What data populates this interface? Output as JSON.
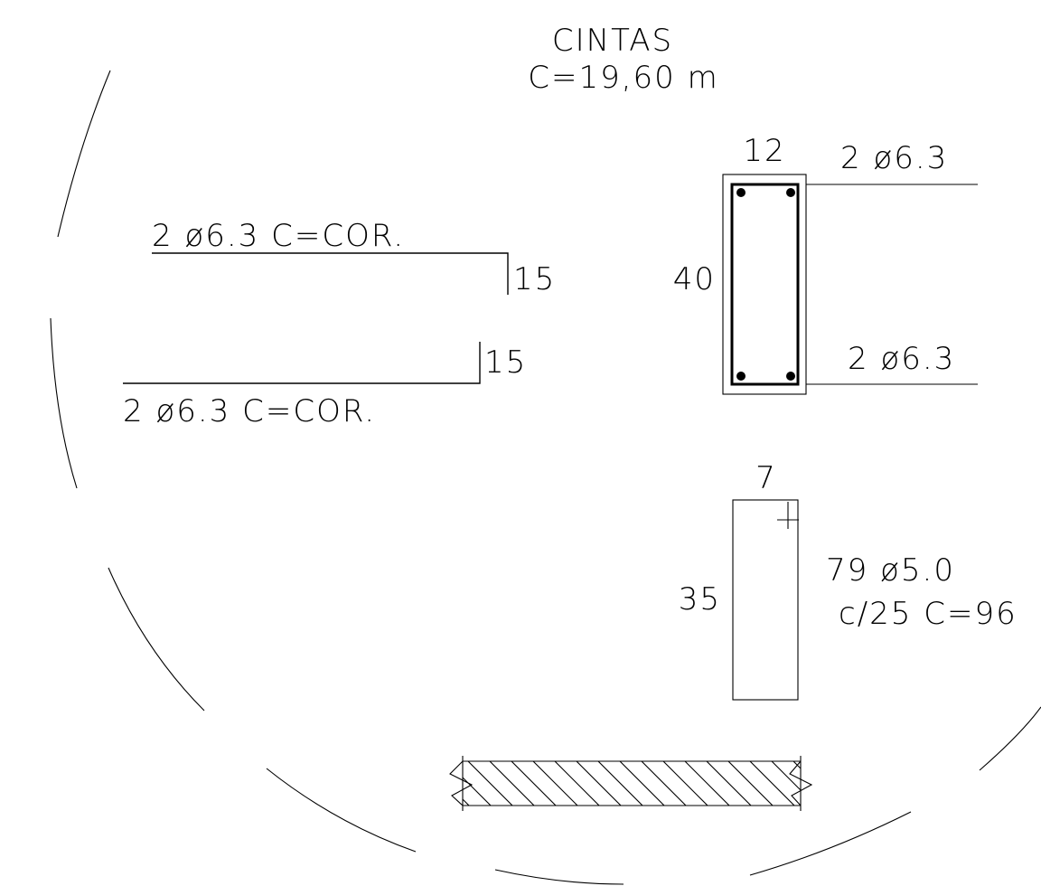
{
  "title": {
    "line1": "CINTAS",
    "line2": "C=19,60  m"
  },
  "bars": {
    "upper_label": "2  ø6.3  C=COR.",
    "upper_hook": "15",
    "lower_hook": "15",
    "lower_label": "2  ø6.3  C=COR."
  },
  "section": {
    "width": "12",
    "height": "40",
    "top_bars": "2  ø6.3",
    "bottom_bars": "2  ø6.3"
  },
  "stirrup": {
    "width": "7",
    "height": "35",
    "spec_line1": "79  ø5.0",
    "spec_line2": "c/25  C=96"
  }
}
